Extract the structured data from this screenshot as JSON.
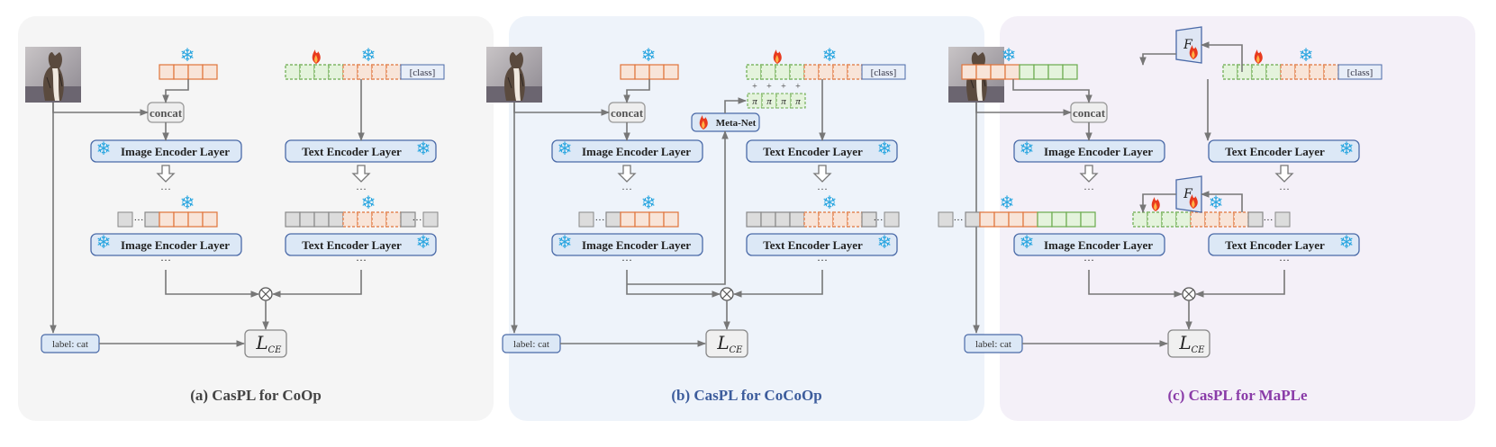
{
  "labels": {
    "concat": "concat",
    "image_encoder_layer": "Image Encoder Layer",
    "text_encoder_layer": "Text Encoder Layer",
    "class_token": "[class]",
    "label_cat": "label: cat",
    "loss_main": "L",
    "loss_sub": "CE",
    "meta_net": "Meta-Net",
    "pi_symbol": "π",
    "plus_symbol": "+",
    "ellipsis": "···",
    "snowflake": "❄",
    "otimes": "⊗",
    "f_symbol": "F"
  },
  "captions": {
    "a": "(a) CasPL for CoOp",
    "b": "(b) CasPL for CoCoOp",
    "c": "(c) CasPL for MaPLe"
  },
  "colors": {
    "orange_token": "#e0743a",
    "orange_fill": "#f8e4d8",
    "green_token": "#6aaa4c",
    "green_fill": "#e4f3dc",
    "grey_token": "#999999",
    "grey_fill": "#dcdcdc",
    "encoder_fill": "#dce8f6",
    "encoder_border": "#4a6aa8",
    "snowflake": "#2aa6e0",
    "flame": "#e83a1e",
    "caption_a": "#444444",
    "caption_b": "#3c5c9c",
    "caption_c": "#8a3ca8"
  },
  "icons": {
    "frozen": "snowflake-icon",
    "trainable": "flame-icon",
    "image": "cat-photo",
    "projection": "trapezoid-projection-icon"
  }
}
